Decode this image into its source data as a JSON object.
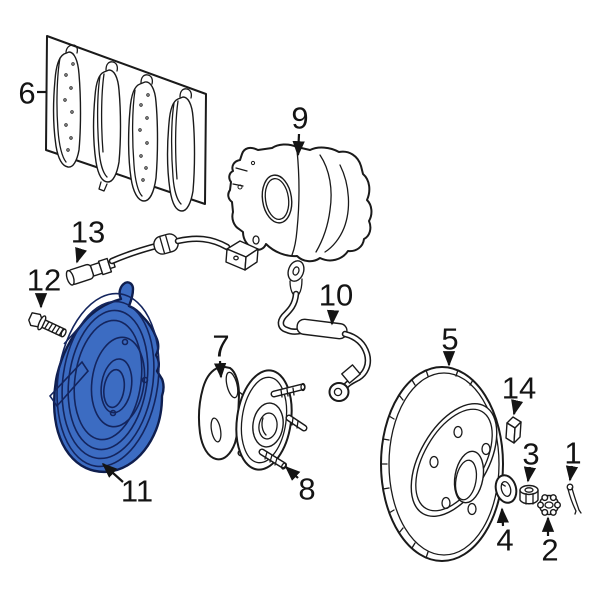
{
  "diagram": {
    "background": "#ffffff",
    "line_color": "#1a1a1a",
    "highlight_fill": "#3c6cc2",
    "highlight_line": "#14255e",
    "highlighted_callout": "11",
    "callouts": {
      "c1": "1",
      "c2": "2",
      "c3": "3",
      "c4": "4",
      "c5": "5",
      "c6": "6",
      "c7": "7",
      "c8": "8",
      "c9": "9",
      "c10": "10",
      "c11": "11",
      "c12": "12",
      "c13": "13",
      "c14": "14"
    }
  }
}
